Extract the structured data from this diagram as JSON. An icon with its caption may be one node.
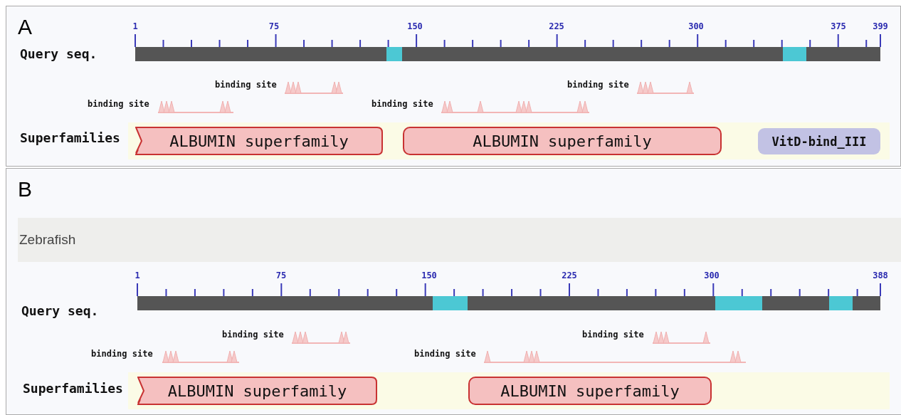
{
  "diagram": {
    "nodes": [
      {
        "text": [
          "A"
        ]
      },
      {
        "text": [
          "ALBUMIN superfamily"
        ],
        "in": 0
      },
      {
        "text": [
          "ALBUMIN superfamily"
        ],
        "in": 0
      },
      {
        "text": [
          "VitD-bind_III"
        ],
        "in": 0
      },
      {
        "text": [
          "B"
        ]
      },
      {
        "text": [
          "Zebrafish"
        ],
        "in": 4
      },
      {
        "text": [
          "ALBUMIN superfamily"
        ],
        "in": 4
      },
      {
        "text": [
          "ALBUMIN superfamily"
        ],
        "in": 4
      }
    ],
    "edges": [],
    "labels": [
      "1",
      "75",
      "150",
      "225",
      "300",
      "375",
      "399",
      "Query seq.",
      "binding site",
      "binding site",
      "binding site",
      "binding site",
      "Superfamilies",
      "1",
      "75",
      "150",
      "225",
      "300",
      "388",
      "Query seq.",
      "binding site",
      "binding site",
      "binding site",
      "binding site",
      "Superfamilies"
    ]
  }
}
